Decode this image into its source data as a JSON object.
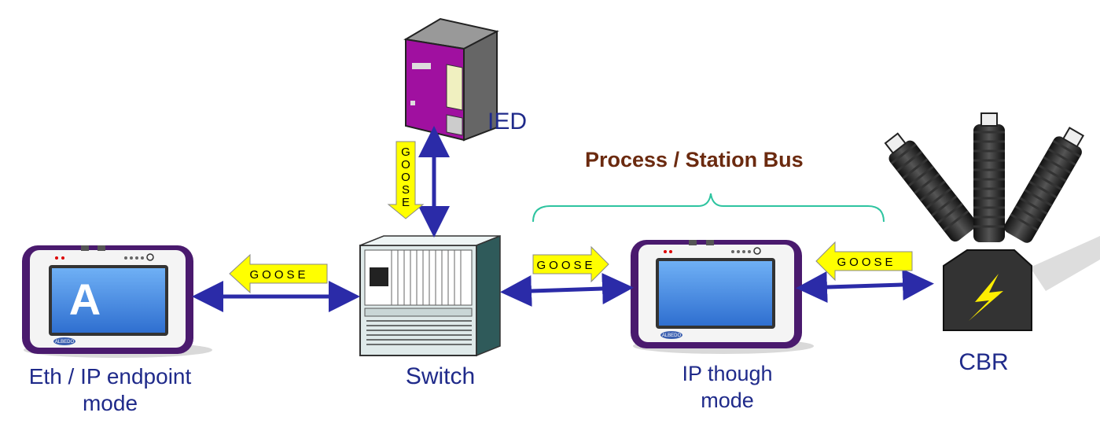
{
  "nodes": {
    "endpoint": {
      "label_line1": "Eth / IP endpoint",
      "label_line2": "mode",
      "screen_letter": "A",
      "brand": "ALBEDO"
    },
    "switch": {
      "label": "Switch"
    },
    "ied": {
      "label": "IED"
    },
    "through": {
      "label_line1": "IP though",
      "label_line2": "mode",
      "brand": "ALBEDO"
    },
    "cbr": {
      "label": "CBR"
    }
  },
  "bus": {
    "title": "Process / Station Bus"
  },
  "messages": {
    "goose_left": "GOOSE",
    "goose_vertical": [
      "G",
      "O",
      "O",
      "S",
      "E"
    ],
    "goose_mid": "GOOSE",
    "goose_right": "GOOSE"
  },
  "colors": {
    "link_arrow": "#2b2ba8",
    "goose_fill": "#ffff00",
    "label_text": "#1f2a8a",
    "bus_title": "#6b2a0f",
    "bus_brace": "#2ec4a0",
    "device_frame": "#4a1a6e",
    "screen": "#4a8fe0",
    "ied_body": "#a010a0"
  }
}
